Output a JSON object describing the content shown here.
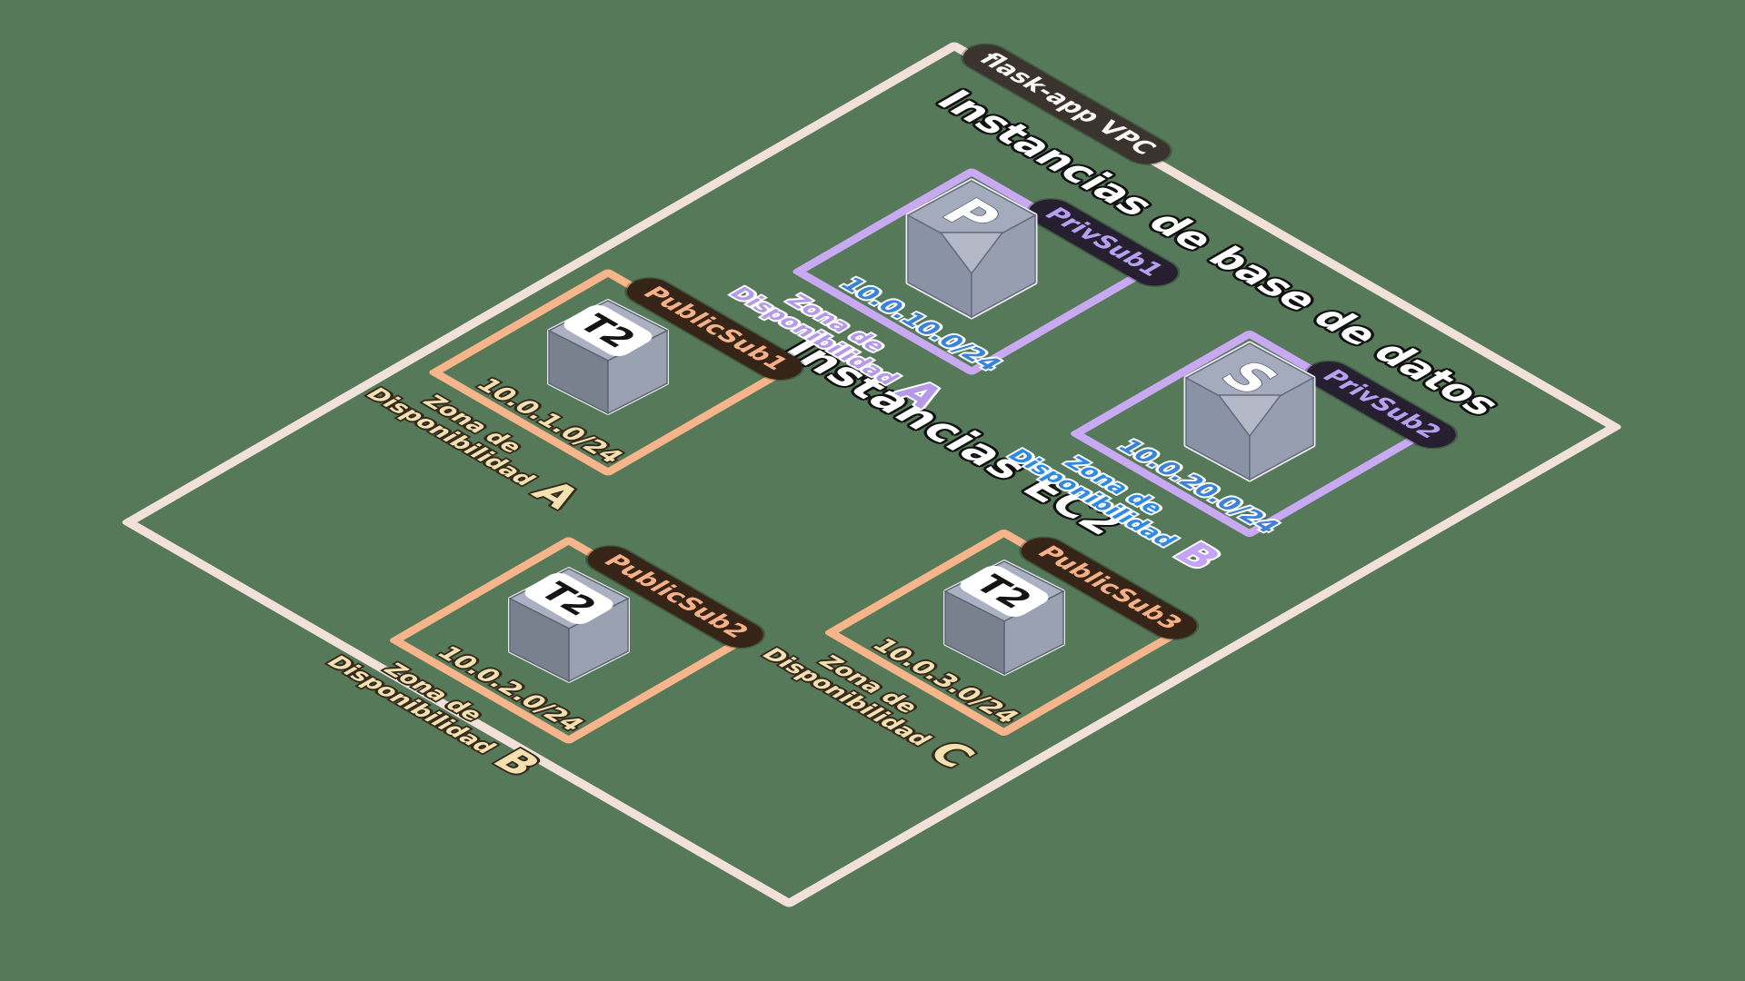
{
  "palette": {
    "background": "#56795a",
    "vpc_border": "#f2e0da",
    "private_subnet_border": "#c9a9f2",
    "public_subnet_border": "#f6b58a",
    "private_label_purple": "#b49ae8",
    "private_label_blue": "#2f8ae4",
    "public_label_cream": "#f5e0b0",
    "private_cidr_blue": "#3b82d8",
    "title_white": "#ffffff"
  },
  "vpc": {
    "label": "flask-app VPC"
  },
  "titles": {
    "database_title": "Instancias de base de datos",
    "ec2_title": "Instancias EC2"
  },
  "subnets": [
    {
      "name": "PrivSub1",
      "type": "private",
      "cidr": "10.0.10.0/24",
      "zone_line1": "Zona de",
      "zone_line2": "Disponibilidad",
      "zone_letter": "A",
      "instance_icon": "P"
    },
    {
      "name": "PrivSub2",
      "type": "private",
      "cidr": "10.0.20.0/24",
      "zone_line1": "Zona de",
      "zone_line2": "Disponibilidad",
      "zone_letter": "B",
      "instance_icon": "S"
    },
    {
      "name": "PublicSub1",
      "type": "public",
      "cidr": "10.0.1.0/24",
      "zone_line1": "Zona de",
      "zone_line2": "Disponibilidad",
      "zone_letter": "A",
      "instance_icon": "T2"
    },
    {
      "name": "PublicSub2",
      "type": "public",
      "cidr": "10.0.2.0/24",
      "zone_line1": "Zona de",
      "zone_line2": "Disponibilidad",
      "zone_letter": "B",
      "instance_icon": "T2"
    },
    {
      "name": "PublicSub3",
      "type": "public",
      "cidr": "10.0.3.0/24",
      "zone_line1": "Zona de",
      "zone_line2": "Disponibilidad",
      "zone_letter": "C",
      "instance_icon": "T2"
    }
  ]
}
